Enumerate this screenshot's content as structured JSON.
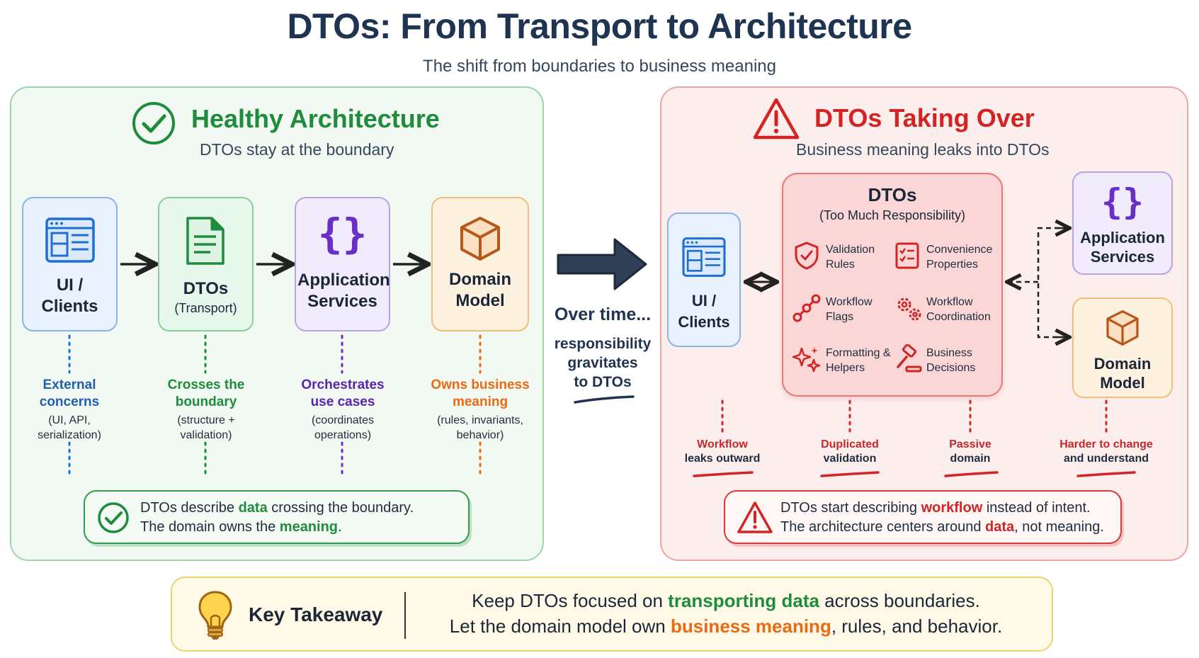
{
  "header": {
    "title": "DTOs: From Transport to Architecture",
    "subtitle": "The shift from boundaries to business meaning"
  },
  "healthy": {
    "title": "Healthy Architecture",
    "subtitle": "DTOs stay at the boundary",
    "boxes": [
      {
        "title": "UI / Clients",
        "sub": ""
      },
      {
        "title": "DTOs",
        "sub": "(Transport)"
      },
      {
        "title": "Application Services",
        "sub": ""
      },
      {
        "title": "Domain Model",
        "sub": ""
      }
    ],
    "captions": [
      {
        "title": "External concerns",
        "detail": "(UI, API, serialization)"
      },
      {
        "title": "Crosses the boundary",
        "detail": "(structure + validation)"
      },
      {
        "title": "Orchestrates use cases",
        "detail": "(coordinates operations)"
      },
      {
        "title": "Owns business meaning",
        "detail": "(rules, invariants, behavior)"
      }
    ],
    "note": {
      "l1a": "DTOs describe ",
      "l1b": "data",
      "l1c": " crossing the boundary.",
      "l2a": "The domain owns the ",
      "l2b": "meaning",
      "l2c": "."
    }
  },
  "middle": {
    "over_time": "Over time...",
    "line1": "responsibility",
    "line2": "gravitates",
    "line3": "to DTOs"
  },
  "takeover": {
    "title": "DTOs Taking Over",
    "subtitle": "Business meaning leaks into DTOs",
    "clients": "UI / Clients",
    "dto_title": "DTOs",
    "dto_sub": "(Too Much Responsibility)",
    "features": [
      {
        "icon": "shield-icon",
        "label": "Validation Rules"
      },
      {
        "icon": "checklist-icon",
        "label": "Convenience Properties"
      },
      {
        "icon": "workflow-icon",
        "label": "Workflow Flags"
      },
      {
        "icon": "gears-icon",
        "label": "Workflow Coordination"
      },
      {
        "icon": "sparkle-icon",
        "label": "Formatting & Helpers"
      },
      {
        "icon": "gavel-icon",
        "label": "Business Decisions"
      }
    ],
    "app_services": "Application Services",
    "domain_model": "Domain Model",
    "warnings": [
      {
        "l1": "Workflow",
        "l2": "leaks outward"
      },
      {
        "l1": "Duplicated",
        "l2": "validation"
      },
      {
        "l1": "Passive",
        "l2": "domain"
      },
      {
        "l1": "Harder to change",
        "l2": "and understand"
      }
    ],
    "note": {
      "l1a": "DTOs start describing ",
      "l1b": "workflow",
      "l1c": " instead of intent.",
      "l2a": "The architecture centers around ",
      "l2b": "data",
      "l2c": ", not meaning."
    }
  },
  "takeaway": {
    "title": "Key Takeaway",
    "l1a": "Keep DTOs focused on ",
    "l1b": "transporting data",
    "l1c": " across boundaries.",
    "l2a": "Let the domain model own ",
    "l2b": "business meaning",
    "l2c": ", rules, and behavior."
  }
}
